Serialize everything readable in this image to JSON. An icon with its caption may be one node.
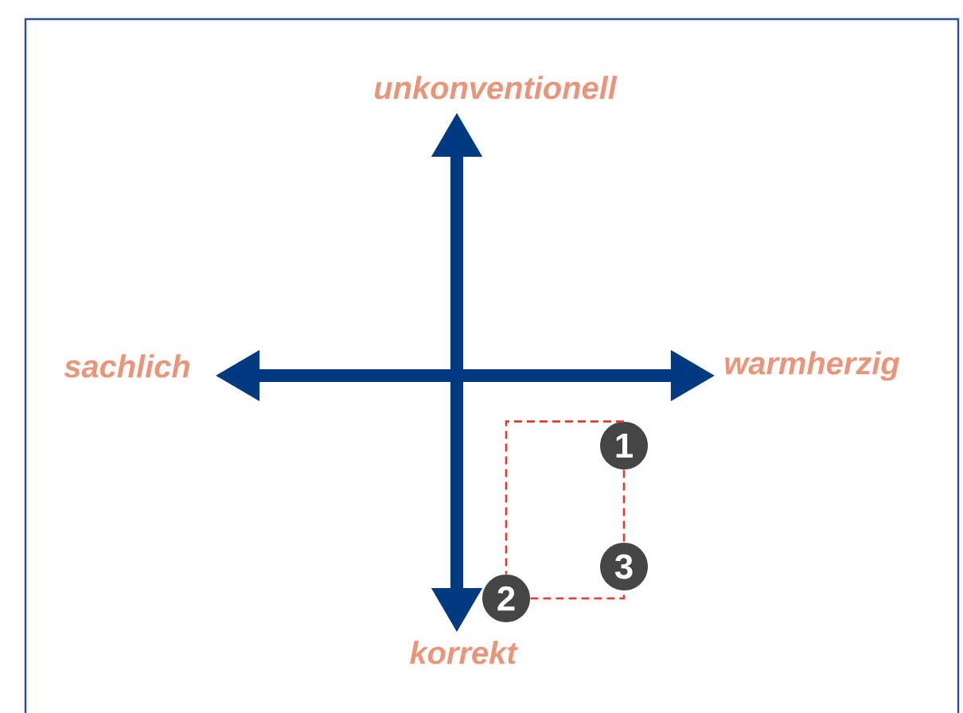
{
  "diagram": {
    "nodes": [
      {
        "text": [
          "unkonventionell"
        ]
      },
      {
        "text": [
          "sachlich"
        ]
      },
      {
        "text": [
          "warmherzig"
        ]
      },
      {
        "text": [
          "korrekt"
        ]
      },
      {
        "text": [
          "1"
        ]
      },
      {
        "text": [
          "2"
        ]
      },
      {
        "text": [
          "3"
        ]
      }
    ],
    "edges": [
      {
        "from": 1,
        "to": 2,
        "arrow": "both",
        "style": "thick",
        "color": "#003a80"
      },
      {
        "from": 0,
        "to": 3,
        "arrow": "both",
        "style": "thick",
        "color": "#003a80"
      },
      {
        "from": 4,
        "to": 5,
        "arrow": "none",
        "style": "dashed",
        "color": "#e8392f"
      },
      {
        "from": 5,
        "to": 6,
        "arrow": "none",
        "style": "dashed",
        "color": "#e8392f"
      },
      {
        "from": 4,
        "to": 6,
        "arrow": "none",
        "style": "dashed",
        "color": "#e8392f"
      }
    ]
  }
}
